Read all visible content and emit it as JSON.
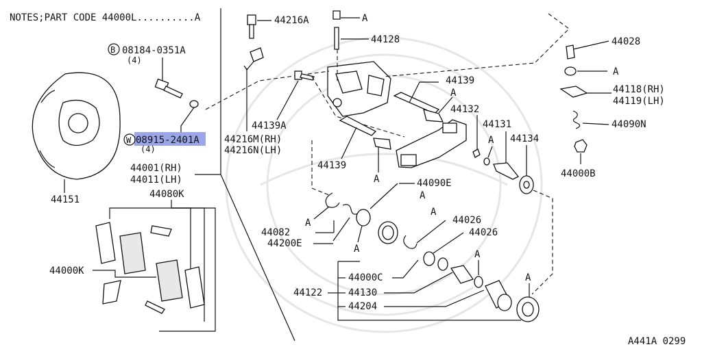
{
  "notes": {
    "text": "NOTES;PART CODE 44000L..........A"
  },
  "footer": {
    "code": "A441A 0299"
  },
  "labels": {
    "p08184": "08184-0351A",
    "p08184_qty": "(4)",
    "circle_b": "B",
    "p08915": "08915-2401A",
    "p08915_qty": "(4)",
    "circle_w": "W",
    "p44151": "44151",
    "p44001": "44001(RH)",
    "p44011": "44011(LH)",
    "p44080k": "44080K",
    "p44000k": "44000K",
    "p44216a": "44216A",
    "p44128": "44128",
    "a_top": "A",
    "p44139a": "44139A",
    "p44216m": "44216M(RH)",
    "p44216n": "44216N(LH)",
    "p44139_top": "44139",
    "a_44139_top": "A",
    "p44132": "44132",
    "p44139_low": "44139",
    "a_44139_low": "A",
    "p44131": "44131",
    "a_44131": "A",
    "p44134": "44134",
    "p44028": "44028",
    "a_44028": "A",
    "p44118": "44118(RH)",
    "p44119": "44119(LH)",
    "p44090n": "44090N",
    "p44000b": "44000B",
    "p44090e": "44090E",
    "a_44090e_1": "A",
    "a_44090e_2": "A",
    "p44082": "44082",
    "a_44082": "A",
    "p44200e": "44200E",
    "a_44200e": "A",
    "p44026_1": "44026",
    "p44026_2": "44026",
    "p44000c": "44000C",
    "p44122": "44122",
    "p44130": "44130",
    "p44204": "44204",
    "a_44204": "A",
    "a_44026": "A"
  },
  "highlight": {
    "color": "#9aa6e8",
    "target": "08915-2401A"
  }
}
